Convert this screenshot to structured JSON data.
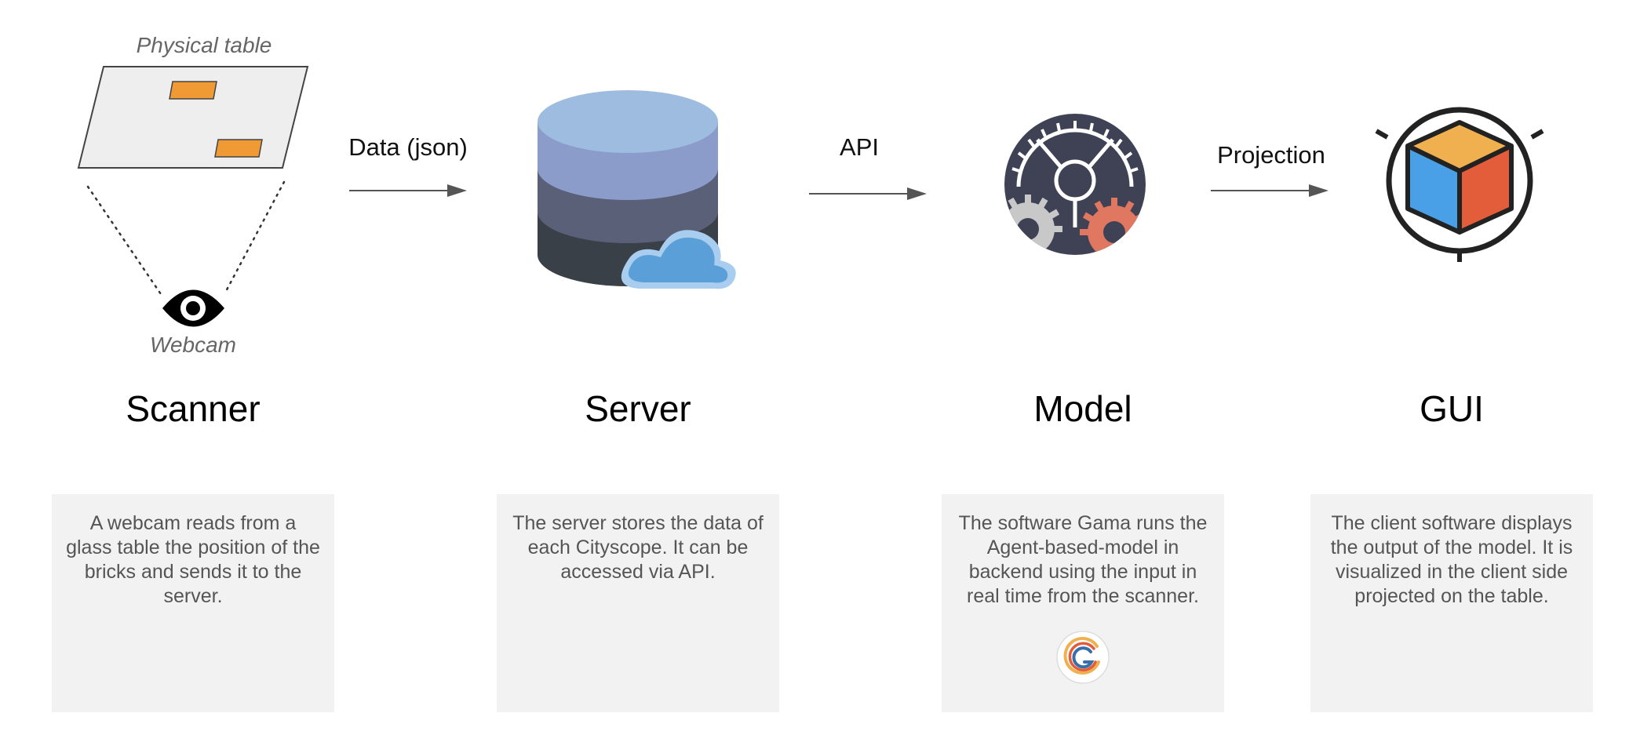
{
  "scanner": {
    "table_label": "Physical table",
    "webcam_label": "Webcam",
    "title": "Scanner",
    "description": "A webcam reads from a glass table the position of the bricks and sends it to the server."
  },
  "arrows": {
    "scanner_to_server": "Data (json)",
    "server_to_model": "API",
    "model_to_gui": "Projection"
  },
  "server": {
    "title": "Server",
    "description": "The server stores the data of each Cityscope. It can be accessed via API."
  },
  "model": {
    "title": "Model",
    "description": "The software Gama runs the Agent-based-model in backend using the input in real time from the scanner."
  },
  "gui": {
    "title": "GUI",
    "description": "The client software displays the output of the model. It is visualized in the client side projected on the table."
  },
  "icons": [
    "eye-icon",
    "database-icon",
    "cloud-icon",
    "gears-icon",
    "gama-logo-icon",
    "cube-icon"
  ],
  "colors": {
    "brick": "#f09a36",
    "table_fill": "#eeeeee",
    "db_top": "#9dbcdf",
    "db_mid": "#8b9bca",
    "db_lower": "#5a6078",
    "db_bottom": "#3a4048",
    "cloud": "#5b9fd8",
    "gears_bg": "#3e4254",
    "gear_red": "#e07760",
    "cube_top": "#f0b050",
    "cube_left": "#4aa0e6",
    "cube_right": "#e35d3a",
    "desc_bg": "#f2f2f2"
  }
}
